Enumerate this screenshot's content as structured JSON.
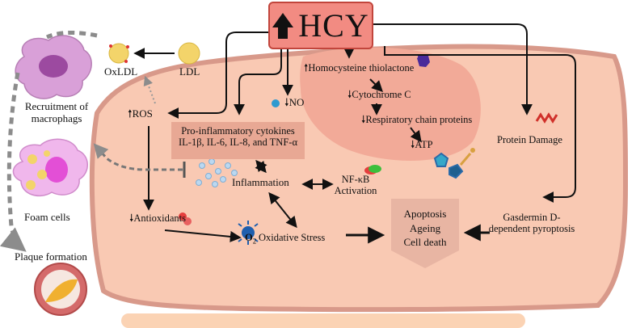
{
  "header": {
    "title": "HCY"
  },
  "labels": {
    "oxldl": "OxLDL",
    "ldl": "LDL",
    "recruitment_line1": "Recruitment of",
    "recruitment_line2": "macrophags",
    "foam_cells": "Foam cells",
    "plaque": "Plaque formation",
    "ros": "ROS",
    "no": "NO",
    "thiolactone": "Homocysteine thiolactone",
    "cytochrome": "Cytochrome C",
    "respiratory": "Respiratory chain proteins",
    "atp": "ATP",
    "protein_damage": "Protein Damage",
    "cytokines_line1": "Pro-inflammatory cytokines",
    "cytokines_line2": "IL-1β, IL-6, IL-8, and TNF-α",
    "inflammation": "Inflammation",
    "nfkb_line1": "NF-κB",
    "nfkb_line2": "Activation",
    "antioxidants": "Antioxidants",
    "o2_symbol": "O",
    "o2_sub": "2",
    "oxidative_stress": "Oxidative Stress",
    "apoptosis": "Apoptosis",
    "ageing": "Ageing",
    "cell_death": "Cell death",
    "gasdermin_line1": "Gasdermin D-",
    "gasdermin_line2": "dependent  pyroptosis"
  },
  "colors": {
    "cell_fill": "#f9c9b3",
    "cell_border": "#d8998a",
    "mito_fill": "#f2aa98",
    "hcy_fill": "#f28b82",
    "cytokine_box": "#e8a894",
    "output_arrow": "#e8b5a3",
    "macrophage": "#d9a0d8",
    "nucleus": "#9c4aa0",
    "foam_nucleus": "#e34fd6",
    "lipid": "#f3d46a",
    "dashed_gray": "#8c8c8c"
  }
}
